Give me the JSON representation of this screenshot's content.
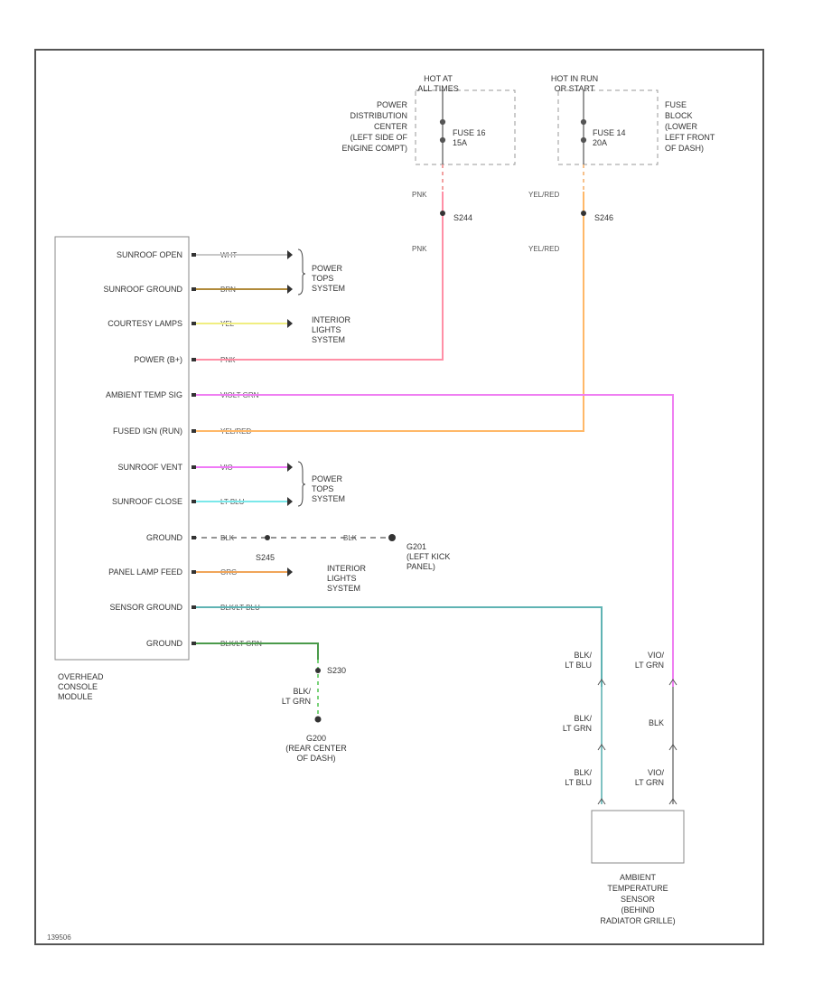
{
  "module": {
    "name_lines": [
      "OVERHEAD",
      "CONSOLE",
      "MODULE"
    ],
    "pins": [
      {
        "label": "SUNROOF OPEN",
        "wire": "WHT"
      },
      {
        "label": "SUNROOF GROUND",
        "wire": "BRN"
      },
      {
        "label": "COURTESY LAMPS",
        "wire": "YEL"
      },
      {
        "label": "POWER (B+)",
        "wire": "PNK"
      },
      {
        "label": "AMBIENT TEMP SIG",
        "wire": "VIOLT GRN"
      },
      {
        "label": "FUSED IGN (RUN)",
        "wire": "YEL/RED"
      },
      {
        "label": "SUNROOF VENT",
        "wire": "VIO"
      },
      {
        "label": "SUNROOF CLOSE",
        "wire": "LT BLU"
      },
      {
        "label": "GROUND",
        "wire": "BLK"
      },
      {
        "label": "PANEL LAMP FEED",
        "wire": "ORG"
      },
      {
        "label": "SENSOR GROUND",
        "wire": "BLK/LT BLU"
      },
      {
        "label": "GROUND",
        "wire": "BLK/LT GRN"
      }
    ]
  },
  "power_sources": [
    {
      "hot_lines": [
        "HOT AT",
        "ALL TIMES"
      ],
      "fuse_lines": [
        "FUSE 16",
        "15A"
      ],
      "location_lines": [
        "POWER",
        "DISTRIBUTION",
        "CENTER",
        "(LEFT SIDE OF",
        "ENGINE COMPT)"
      ],
      "wire_top": "PNK",
      "splice": "S244",
      "wire_bottom": "PNK"
    },
    {
      "hot_lines": [
        "HOT IN RUN",
        "OR START"
      ],
      "fuse_lines": [
        "FUSE 14",
        "20A"
      ],
      "location_lines": [
        "FUSE",
        "BLOCK",
        "(LOWER",
        "LEFT FRONT",
        "OF DASH)"
      ],
      "wire_top": "YEL/RED",
      "splice": "S246",
      "wire_bottom": "YEL/RED"
    }
  ],
  "destinations": {
    "power_tops_1": [
      "POWER",
      "TOPS",
      "SYSTEM"
    ],
    "interior_lights_1": [
      "INTERIOR",
      "LIGHTS",
      "SYSTEM"
    ],
    "power_tops_2": [
      "POWER",
      "TOPS",
      "SYSTEM"
    ],
    "interior_lights_2": [
      "INTERIOR",
      "LIGHTS",
      "SYSTEM"
    ]
  },
  "grounds": {
    "g201": {
      "wire": "BLK",
      "name_lines": [
        "G201",
        "(LEFT KICK",
        "PANEL)"
      ]
    },
    "splice_panel": "S245",
    "splice_rear": "S230",
    "g200_wire_lines": [
      "BLK/",
      "LT GRN"
    ],
    "g200_lines": [
      "G200",
      "(REAR CENTER",
      "OF DASH)"
    ]
  },
  "sensor": {
    "name_lines": [
      "AMBIENT",
      "TEMPERATURE",
      "SENSOR",
      "(BEHIND",
      "RADIATOR GRILLE)"
    ],
    "left_wires": [
      [
        "BLK/",
        "LT BLU"
      ],
      [
        "BLK/",
        "LT GRN"
      ],
      [
        "BLK/",
        "LT BLU"
      ]
    ],
    "right_wires": [
      [
        "VIO/",
        "LT GRN"
      ],
      [
        "BLK"
      ],
      [
        "VIO/",
        "LT GRN"
      ]
    ]
  },
  "footer_code": "139506"
}
